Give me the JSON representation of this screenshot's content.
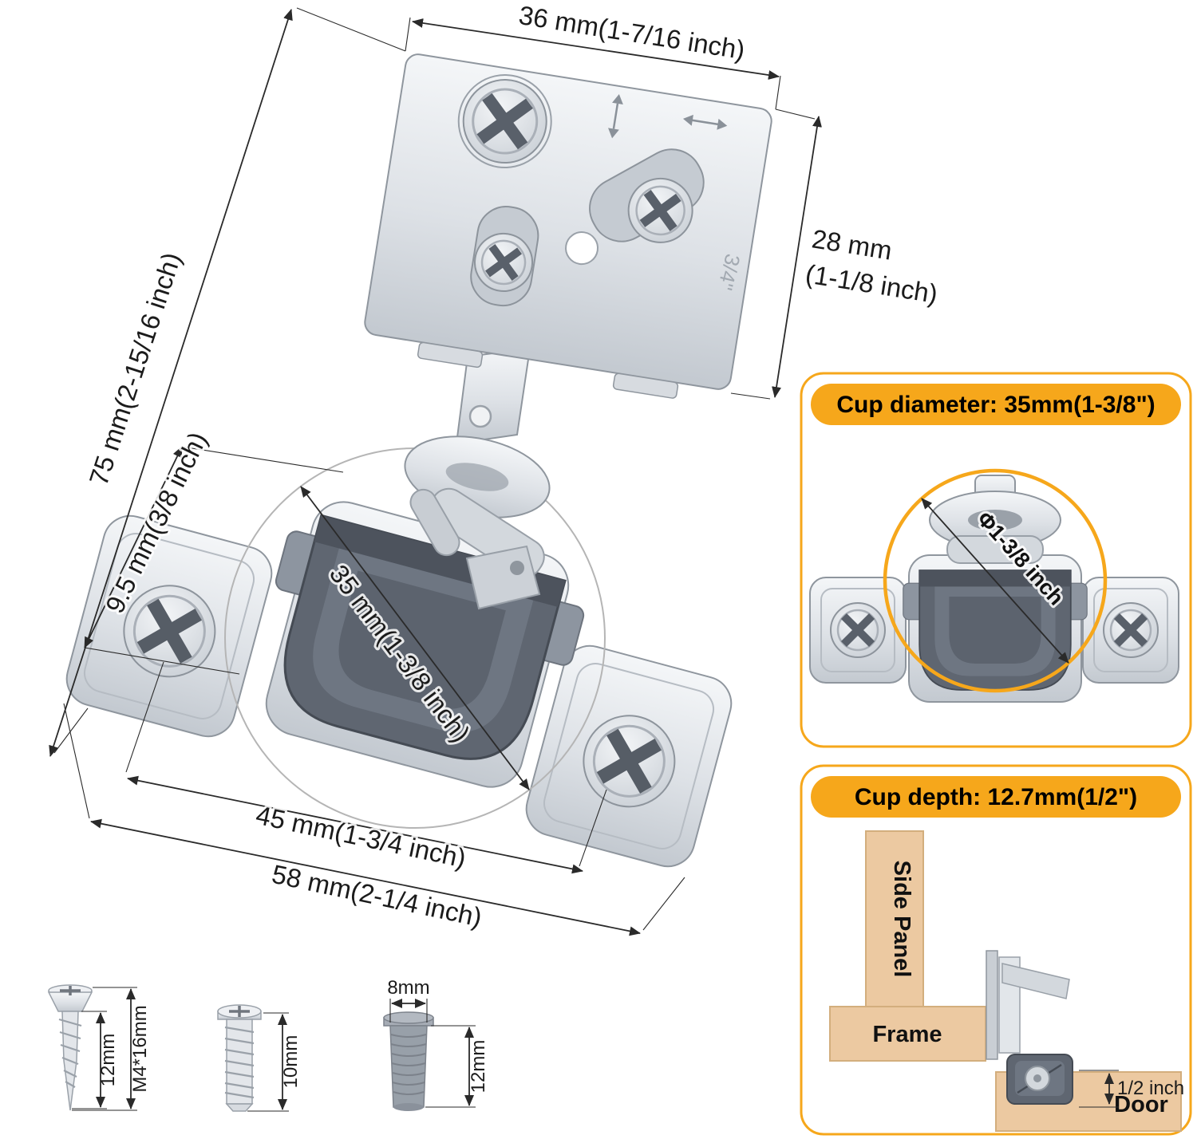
{
  "colors": {
    "accent_orange": "#F6A71B",
    "wood": "#ECC9A1",
    "metal_light": "#D9DEE3",
    "cup_gray": "#5F6671",
    "dimension_line": "#2A2A2A"
  },
  "main_diagram": {
    "dims": {
      "top_width": "36 mm(1-7/16 inch)",
      "plate_height_l1": "28 mm",
      "plate_height_l2": "(1-1/8 inch)",
      "total_height": "75 mm(2-15/16 inch)",
      "offset": "9.5 mm(3/8 inch)",
      "cup_diameter": "35 mm(1-3/8 inch)",
      "screw_span": "45 mm(1-3/4 inch)",
      "base_width": "58 mm(2-1/4 inch)"
    },
    "plate_marking": "3/4\""
  },
  "cup_diameter_panel": {
    "title": "Cup diameter: 35mm(1-3/8\")",
    "diameter_label": "Φ1-3/8 inch"
  },
  "cup_depth_panel": {
    "title": "Cup depth: 12.7mm(1/2\")",
    "labels": {
      "side_panel": "Side Panel",
      "frame": "Frame",
      "door": "Door",
      "depth": "1/2 inch"
    }
  },
  "hardware": {
    "wood_screw": {
      "thread_length": "12mm",
      "spec": "M4*16mm"
    },
    "euro_screw": {
      "length": "10mm"
    },
    "dowel": {
      "width": "8mm",
      "length": "12mm"
    }
  }
}
